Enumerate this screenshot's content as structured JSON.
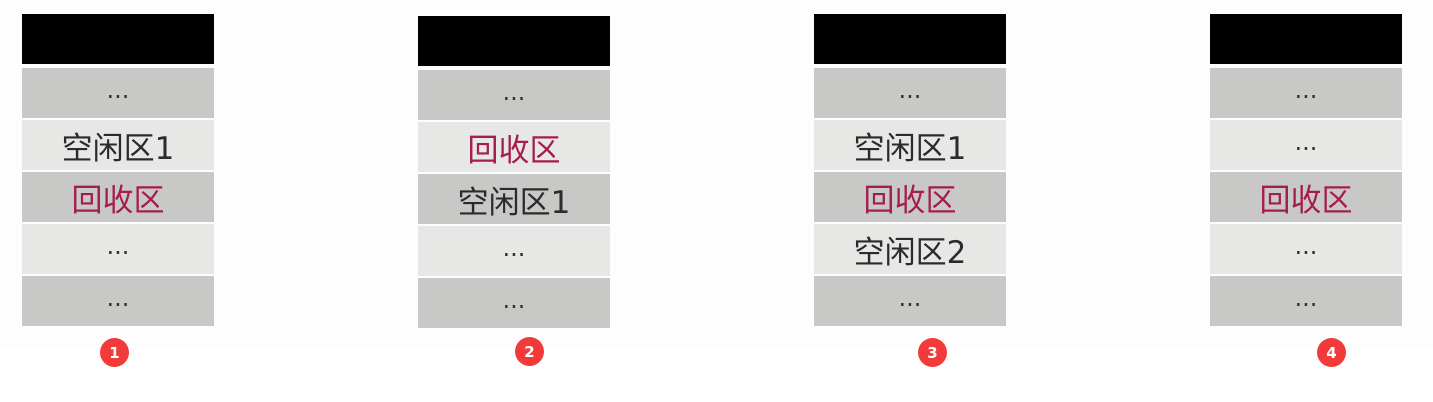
{
  "columns": [
    {
      "badge": "1",
      "cells": [
        "...",
        "空闲区1",
        "回收区",
        "...",
        "..."
      ]
    },
    {
      "badge": "2",
      "cells": [
        "...",
        "回收区",
        "空闲区1",
        "...",
        "..."
      ]
    },
    {
      "badge": "3",
      "cells": [
        "...",
        "空闲区1",
        "回收区",
        "空闲区2",
        "..."
      ]
    },
    {
      "badge": "4",
      "cells": [
        "...",
        "...",
        "回收区",
        "...",
        "..."
      ]
    }
  ],
  "colors": {
    "header_block": "#000000",
    "cell_dark": "#c8c9c7",
    "cell_light": "#e7e8e6",
    "text": "#2b2b2b",
    "recycle_text": "#a51d4f",
    "badge": "#f23a3a"
  }
}
